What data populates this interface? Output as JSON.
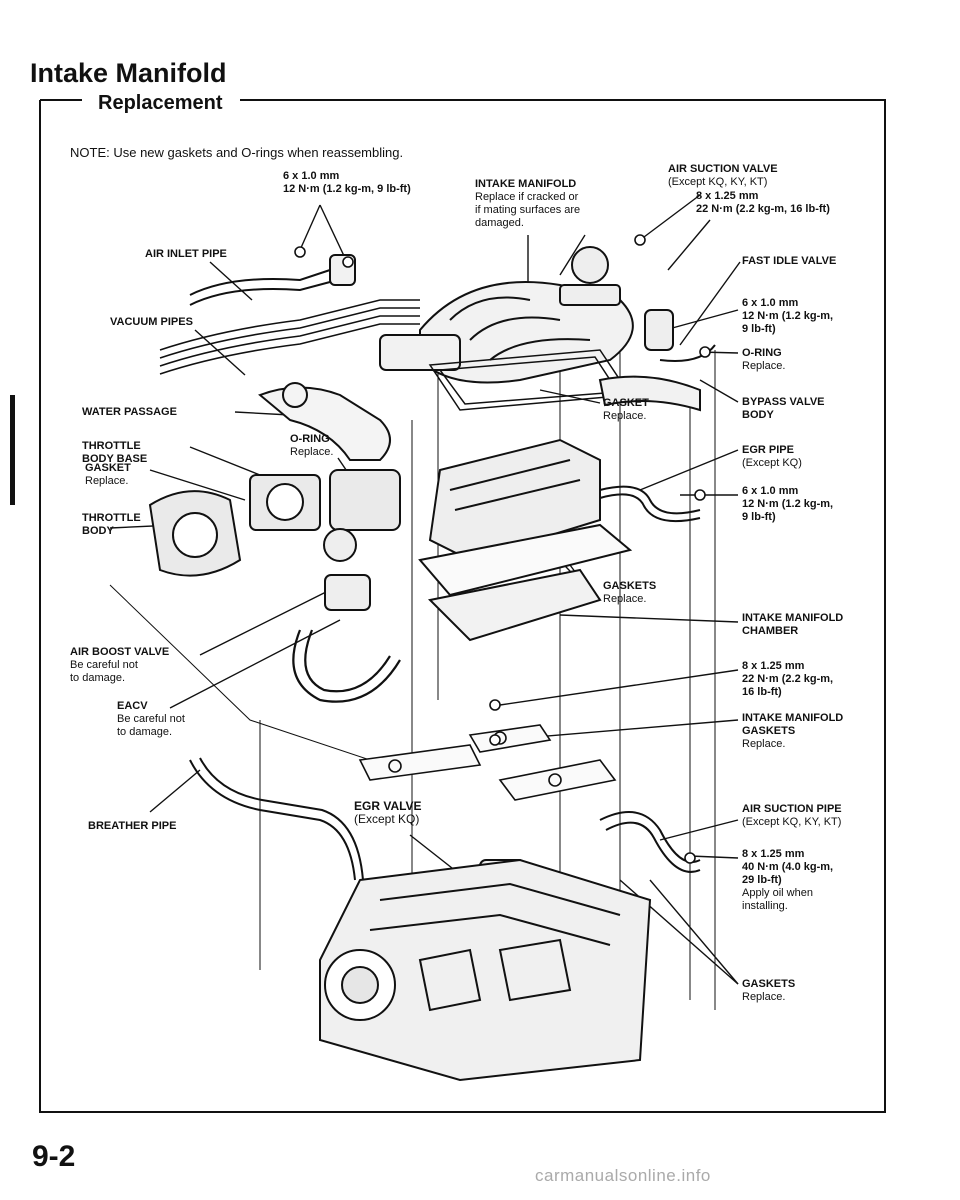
{
  "header": {
    "title": "Intake Manifold",
    "section": "Replacement",
    "note": "NOTE:  Use new gaskets and O-rings when reassembling."
  },
  "callouts": {
    "bolt_top_left": {
      "spec": "6 x 1.0 mm",
      "torque": "12 N·m (1.2 kg-m, 9 lb-ft)"
    },
    "intake_manifold": {
      "name": "INTAKE MANIFOLD",
      "note1": "Replace if cracked or",
      "note2": "if mating surfaces are",
      "note3": "damaged."
    },
    "air_suction_valve": {
      "name": "AIR SUCTION VALVE",
      "note": "(Except KQ, KY, KT)"
    },
    "bolt_top_right": {
      "spec": "8 x 1.25 mm",
      "torque": "22 N·m (2.2 kg-m, 16 lb-ft)"
    },
    "air_inlet_pipe": {
      "name": "AIR INLET PIPE"
    },
    "fast_idle_valve": {
      "name": "FAST IDLE VALVE"
    },
    "vacuum_pipes": {
      "name": "VACUUM PIPES"
    },
    "bolt_fiv": {
      "spec": "6 x 1.0 mm",
      "torque1": "12 N·m (1.2 kg-m,",
      "torque2": "9 lb-ft)"
    },
    "o_ring_right": {
      "name": "O-RING",
      "note": "Replace."
    },
    "water_passage": {
      "name": "WATER PASSAGE"
    },
    "gasket_center": {
      "name": "GASKET",
      "note": "Replace."
    },
    "bypass_valve_body": {
      "name1": "BYPASS VALVE",
      "name2": "BODY"
    },
    "throttle_body_base": {
      "name1": "THROTTLE",
      "name2": "BODY BASE"
    },
    "o_ring_center": {
      "name": "O-RING",
      "note": "Replace."
    },
    "egr_pipe": {
      "name": "EGR PIPE",
      "note": "(Except KQ)"
    },
    "gasket_left": {
      "name": "GASKET",
      "note": "Replace."
    },
    "bolt_egr": {
      "spec": "6 x 1.0 mm",
      "torque1": "12 N·m (1.2 kg-m,",
      "torque2": "9 lb-ft)"
    },
    "throttle_body": {
      "name1": "THROTTLE",
      "name2": "BODY"
    },
    "gaskets_center": {
      "name": "GASKETS",
      "note": "Replace."
    },
    "intake_manifold_chamber": {
      "name1": "INTAKE MANIFOLD",
      "name2": "CHAMBER"
    },
    "air_boost_valve": {
      "name": "AIR BOOST VALVE",
      "note1": "Be careful not",
      "note2": "to damage."
    },
    "bolt_chamber": {
      "spec": "8 x 1.25 mm",
      "torque1": "22 N·m (2.2 kg-m,",
      "torque2": "16 lb-ft)"
    },
    "eacv": {
      "name": "EACV",
      "note1": "Be careful not",
      "note2": "to damage."
    },
    "intake_manifold_gaskets": {
      "name1": "INTAKE MANIFOLD",
      "name2": "GASKETS",
      "note": "Replace."
    },
    "egr_valve": {
      "name": "EGR VALVE",
      "note": "(Except KQ)"
    },
    "air_suction_pipe": {
      "name": "AIR SUCTION PIPE",
      "note": "(Except KQ, KY, KT)"
    },
    "breather_pipe": {
      "name": "BREATHER PIPE"
    },
    "bolt_air_suction": {
      "spec": "8 x 1.25 mm",
      "torque1": "40 N·m (4.0 kg-m,",
      "torque2": "29 lb-ft)",
      "note1": "Apply oil when",
      "note2": "installing."
    },
    "gaskets_bottom": {
      "name": "GASKETS",
      "note": "Replace."
    }
  },
  "footer": {
    "page_number": "9-2",
    "watermark": "carmanualsonline.info"
  }
}
